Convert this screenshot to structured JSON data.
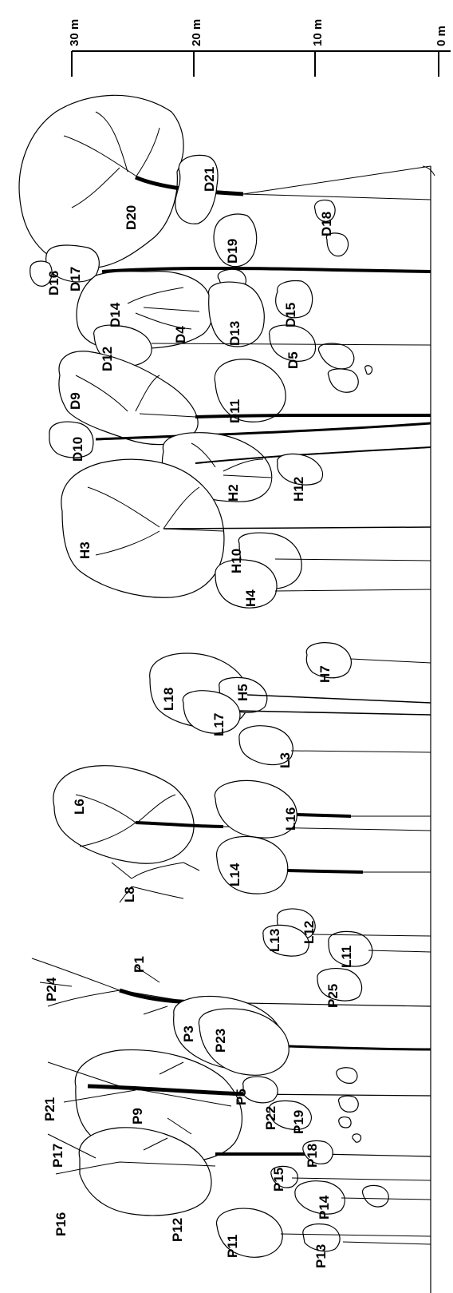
{
  "scale": {
    "ticks": [
      "30 m",
      "20 m",
      "10 m",
      "0 m"
    ]
  },
  "trees": [
    {
      "id": "D20"
    },
    {
      "id": "D21"
    },
    {
      "id": "D18"
    },
    {
      "id": "D19"
    },
    {
      "id": "D17"
    },
    {
      "id": "D16"
    },
    {
      "id": "D14"
    },
    {
      "id": "D4"
    },
    {
      "id": "D13"
    },
    {
      "id": "D15"
    },
    {
      "id": "D12"
    },
    {
      "id": "D5"
    },
    {
      "id": "D9"
    },
    {
      "id": "D11"
    },
    {
      "id": "D10"
    },
    {
      "id": "H2"
    },
    {
      "id": "H12"
    },
    {
      "id": "H3"
    },
    {
      "id": "H10"
    },
    {
      "id": "H4"
    },
    {
      "id": "L18"
    },
    {
      "id": "H7"
    },
    {
      "id": "H5"
    },
    {
      "id": "L17"
    },
    {
      "id": "L3"
    },
    {
      "id": "L6"
    },
    {
      "id": "L16"
    },
    {
      "id": "L14"
    },
    {
      "id": "L8"
    },
    {
      "id": "L12"
    },
    {
      "id": "L13"
    },
    {
      "id": "L11"
    },
    {
      "id": "P1"
    },
    {
      "id": "P24"
    },
    {
      "id": "P25"
    },
    {
      "id": "P3"
    },
    {
      "id": "P23"
    },
    {
      "id": "P21"
    },
    {
      "id": "P9"
    },
    {
      "id": "P5"
    },
    {
      "id": "P22"
    },
    {
      "id": "P19"
    },
    {
      "id": "P17"
    },
    {
      "id": "P18"
    },
    {
      "id": "P16"
    },
    {
      "id": "P15"
    },
    {
      "id": "P14"
    },
    {
      "id": "P12"
    },
    {
      "id": "P11"
    },
    {
      "id": "P13"
    }
  ]
}
